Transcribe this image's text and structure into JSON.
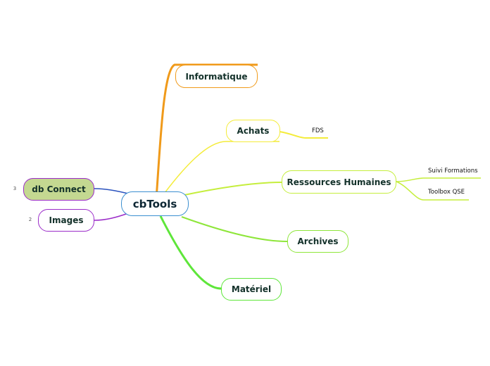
{
  "central": {
    "label": "cbTools"
  },
  "branches": {
    "informatique": {
      "label": "Informatique",
      "color": "#f09a1a"
    },
    "achats": {
      "label": "Achats",
      "color": "#f4ec3a",
      "children": [
        {
          "label": "FDS"
        }
      ]
    },
    "ressources_humaines": {
      "label": "Ressources Humaines",
      "color": "#c5ee3c",
      "children": [
        {
          "label": "Suivi Formations"
        },
        {
          "label": "Toolbox QSE"
        }
      ]
    },
    "archives": {
      "label": "Archives",
      "color": "#8ee63a"
    },
    "materiel": {
      "label": "Matériel",
      "color": "#5ee63a"
    },
    "db_connect": {
      "label": "db Connect",
      "color": "#2a52be",
      "border_color": "#9b2cc9",
      "fill": "#c4d891",
      "collapsed_count": "3"
    },
    "images": {
      "label": "Images",
      "color": "#9b2cc9",
      "collapsed_count": "2"
    }
  }
}
